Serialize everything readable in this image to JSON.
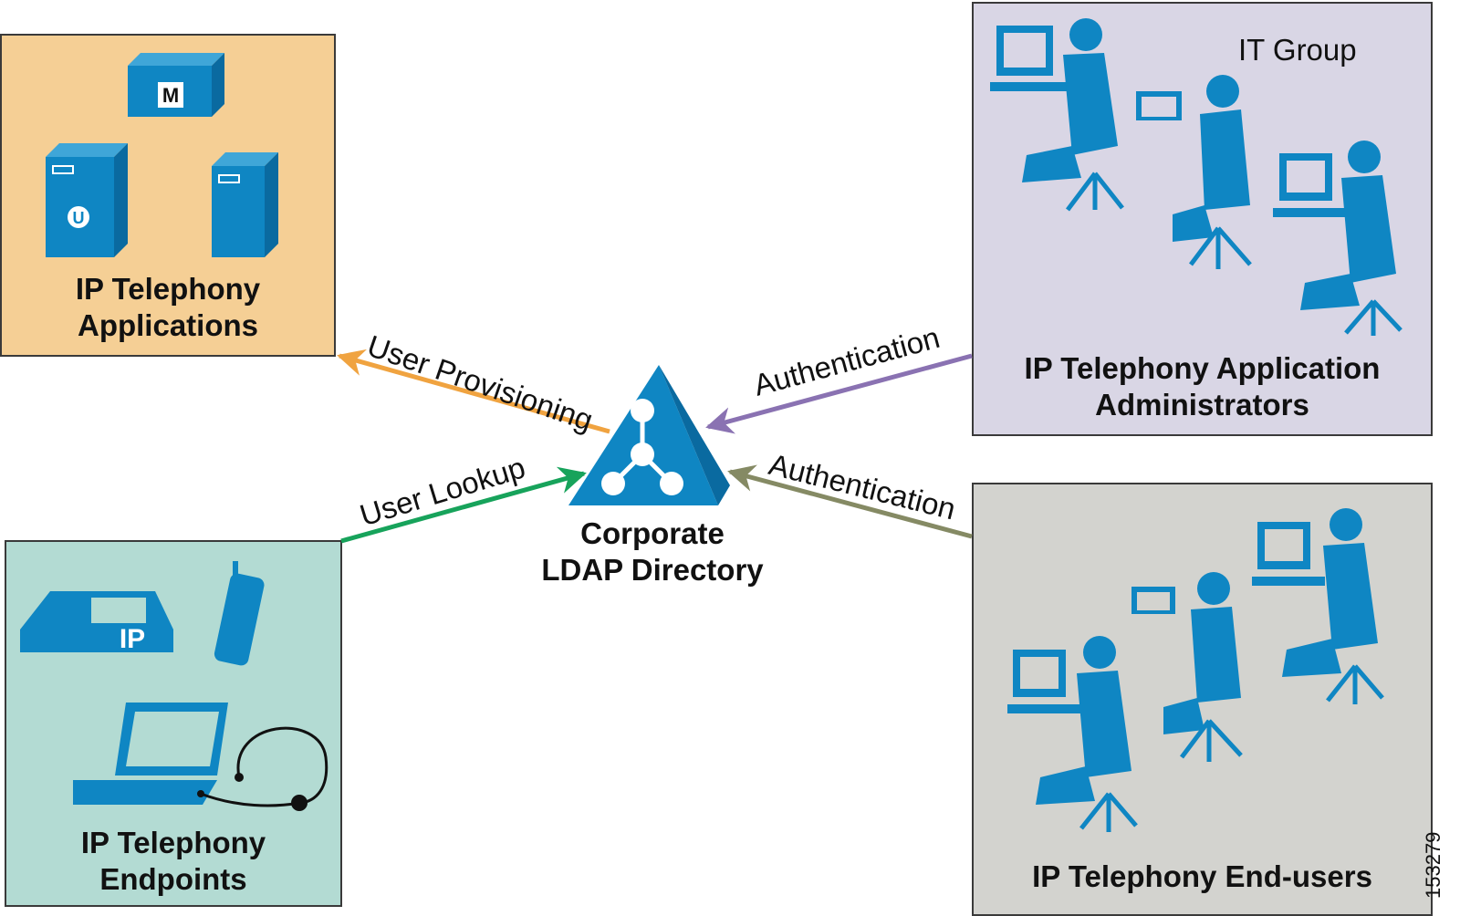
{
  "colors": {
    "apps_bg": "#f5cf95",
    "endpoints_bg": "#b3dbd3",
    "admins_bg": "#d9d6e5",
    "endusers_bg": "#d3d3cf",
    "icon_blue": "#0f86c3",
    "arrow_provisioning": "#f0a340",
    "arrow_lookup": "#17a35b",
    "arrow_auth_admin": "#8a72b2",
    "arrow_auth_user": "#858a64"
  },
  "nodes": {
    "applications": {
      "label_line1": "IP Telephony",
      "label_line2": "Applications",
      "icons": [
        "call-manager-icon",
        "unity-server-icon",
        "server-icon"
      ]
    },
    "endpoints": {
      "label_line1": "IP Telephony",
      "label_line2": "Endpoints",
      "icons": [
        "ip-phone-icon",
        "wireless-phone-icon",
        "laptop-softphone-icon",
        "headset-icon"
      ]
    },
    "admins": {
      "group_label": "IT Group",
      "label_line1": "IP Telephony Application",
      "label_line2": "Administrators",
      "icons": [
        "workstation-user-icon",
        "laptop-user-icon",
        "workstation-user-icon"
      ]
    },
    "end_users": {
      "label": "IP Telephony End-users",
      "icons": [
        "workstation-user-icon",
        "laptop-user-icon",
        "workstation-user-icon"
      ]
    },
    "directory": {
      "label_line1": "Corporate",
      "label_line2": "LDAP Directory",
      "icon": "ldap-directory-icon"
    }
  },
  "edges": [
    {
      "from": "directory",
      "to": "applications",
      "label": "User Provisioning"
    },
    {
      "from": "endpoints",
      "to": "directory",
      "label": "User Lookup"
    },
    {
      "from": "admins",
      "to": "directory",
      "label": "Authentication"
    },
    {
      "from": "end_users",
      "to": "directory",
      "label": "Authentication"
    }
  ],
  "figure_id": "153279"
}
